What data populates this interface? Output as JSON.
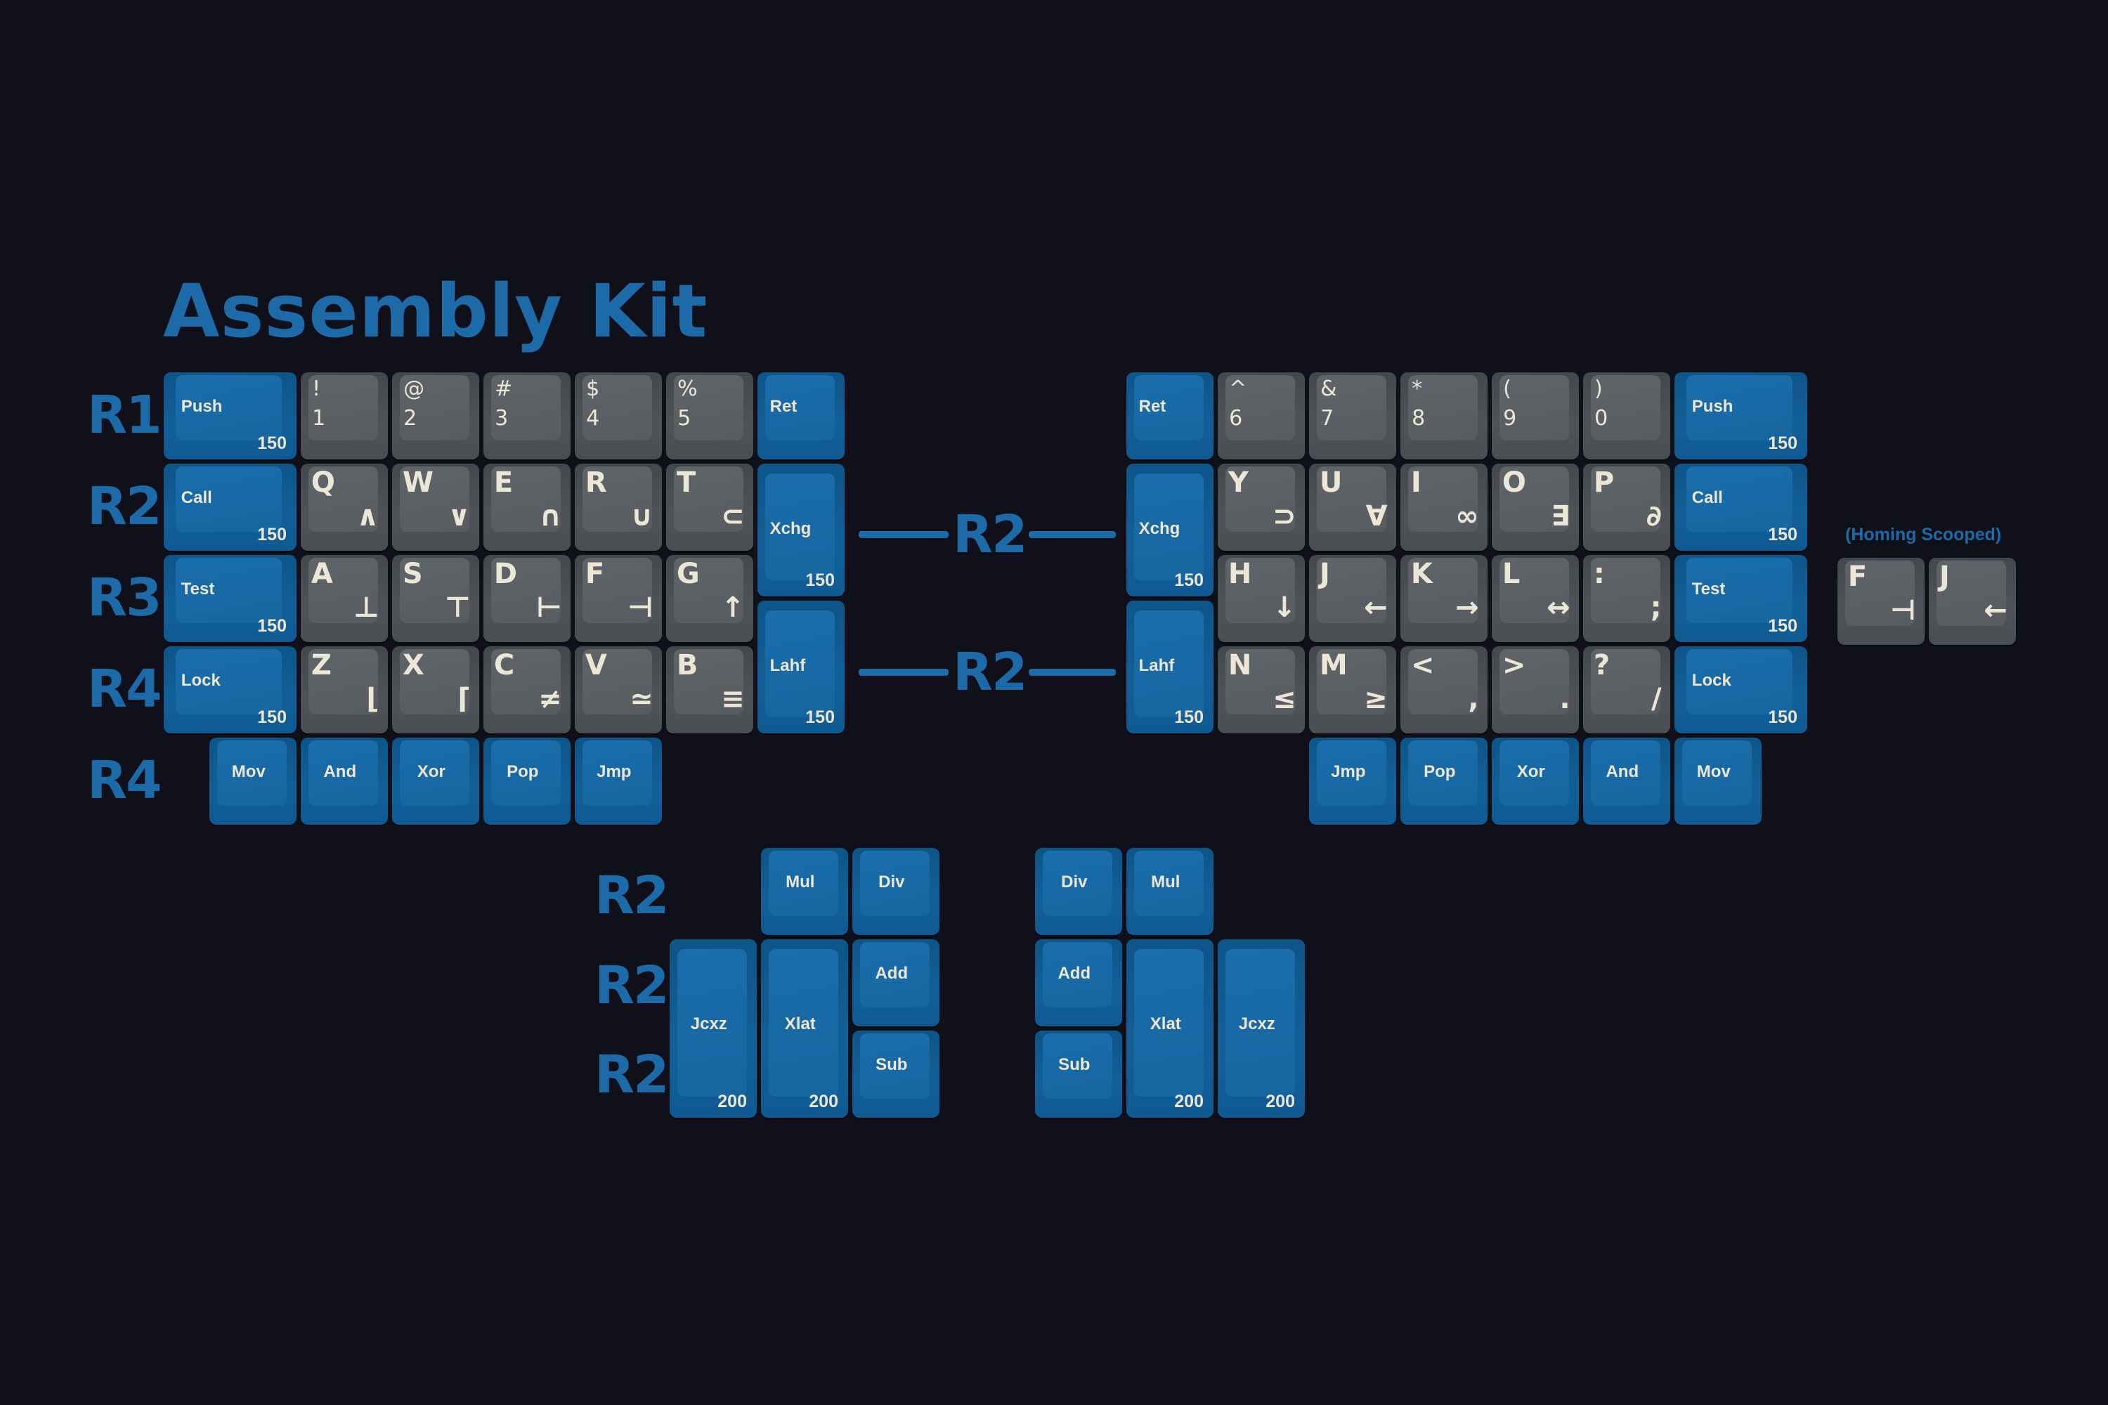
{
  "title": "Assembly Kit",
  "row_labels": [
    "R1",
    "R2",
    "R3",
    "R4",
    "R4"
  ],
  "connector_labels": [
    "R2",
    "R2"
  ],
  "thumb_row_labels": [
    "R2",
    "R2",
    "R2"
  ],
  "homing_label": "(Homing Scooped)",
  "colors": {
    "background": "#0f1019",
    "accent": "#1d6aa8",
    "blue_key": "#1665a0",
    "gray_key": "#585c60",
    "legend": "#ece6d6"
  },
  "left_half": {
    "modifiers": [
      {
        "label": "Push",
        "size": "150"
      },
      {
        "label": "Call",
        "size": "150"
      },
      {
        "label": "Test",
        "size": "150"
      },
      {
        "label": "Lock",
        "size": "150"
      }
    ],
    "ret": {
      "label": "Ret"
    },
    "xchg": {
      "label": "Xchg",
      "size": "150"
    },
    "lahf": {
      "label": "Lahf",
      "size": "150"
    },
    "rows": [
      [
        {
          "a": "!",
          "b": "1"
        },
        {
          "a": "@",
          "b": "2"
        },
        {
          "a": "#",
          "b": "3"
        },
        {
          "a": "$",
          "b": "4"
        },
        {
          "a": "%",
          "b": "5"
        }
      ],
      [
        {
          "a": "Q",
          "b": "∧"
        },
        {
          "a": "W",
          "b": "∨"
        },
        {
          "a": "E",
          "b": "∩"
        },
        {
          "a": "R",
          "b": "∪"
        },
        {
          "a": "T",
          "b": "⊂"
        }
      ],
      [
        {
          "a": "A",
          "b": "⊥"
        },
        {
          "a": "S",
          "b": "⊤"
        },
        {
          "a": "D",
          "b": "⊢"
        },
        {
          "a": "F",
          "b": "⊣"
        },
        {
          "a": "G",
          "b": "↑"
        }
      ],
      [
        {
          "a": "Z",
          "b": "⌊"
        },
        {
          "a": "X",
          "b": "⌈"
        },
        {
          "a": "C",
          "b": "≠"
        },
        {
          "a": "V",
          "b": "≃"
        },
        {
          "a": "B",
          "b": "≡"
        }
      ]
    ],
    "bottom_row": [
      "Mov",
      "And",
      "Xor",
      "Pop",
      "Jmp"
    ]
  },
  "right_half": {
    "modifiers": [
      {
        "label": "Push",
        "size": "150"
      },
      {
        "label": "Call",
        "size": "150"
      },
      {
        "label": "Test",
        "size": "150"
      },
      {
        "label": "Lock",
        "size": "150"
      }
    ],
    "ret": {
      "label": "Ret"
    },
    "xchg": {
      "label": "Xchg",
      "size": "150"
    },
    "lahf": {
      "label": "Lahf",
      "size": "150"
    },
    "rows": [
      [
        {
          "a": "^",
          "b": "6"
        },
        {
          "a": "&",
          "b": "7"
        },
        {
          "a": "*",
          "b": "8"
        },
        {
          "a": "(",
          "b": "9"
        },
        {
          "a": ")",
          "b": "0"
        }
      ],
      [
        {
          "a": "Y",
          "b": "⊃"
        },
        {
          "a": "U",
          "b": "∀"
        },
        {
          "a": "I",
          "b": "∞"
        },
        {
          "a": "O",
          "b": "∃"
        },
        {
          "a": "P",
          "b": "∂"
        }
      ],
      [
        {
          "a": "H",
          "b": "↓"
        },
        {
          "a": "J",
          "b": "←"
        },
        {
          "a": "K",
          "b": "→"
        },
        {
          "a": "L",
          "b": "↔"
        },
        {
          "a": ":",
          "b": ";"
        }
      ],
      [
        {
          "a": "N",
          "b": "≤"
        },
        {
          "a": "M",
          "b": "≥"
        },
        {
          "a": "<",
          "b": ","
        },
        {
          "a": ">",
          "b": "."
        },
        {
          "a": "?",
          "b": "/"
        }
      ]
    ],
    "bottom_row": [
      "Jmp",
      "Pop",
      "Xor",
      "And",
      "Mov"
    ]
  },
  "thumb_left": {
    "mul": {
      "label": "Mul"
    },
    "div": {
      "label": "Div"
    },
    "add": {
      "label": "Add"
    },
    "sub": {
      "label": "Sub"
    },
    "jcxz": {
      "label": "Jcxz",
      "size": "200"
    },
    "xlat": {
      "label": "Xlat",
      "size": "200"
    }
  },
  "thumb_right": {
    "div": {
      "label": "Div"
    },
    "mul": {
      "label": "Mul"
    },
    "add": {
      "label": "Add"
    },
    "sub": {
      "label": "Sub"
    },
    "xlat": {
      "label": "Xlat",
      "size": "200"
    },
    "jcxz": {
      "label": "Jcxz",
      "size": "200"
    }
  },
  "homing_keys": [
    {
      "a": "F",
      "b": "⊣"
    },
    {
      "a": "J",
      "b": "←"
    }
  ]
}
